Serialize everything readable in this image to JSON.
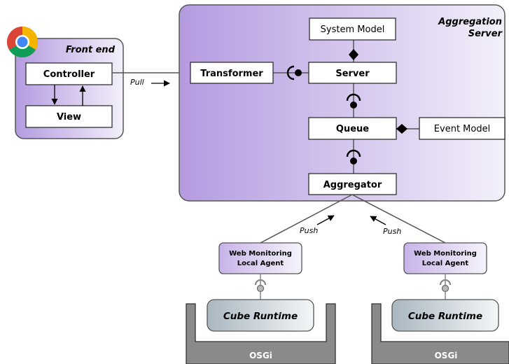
{
  "frontend": {
    "title": "Front end",
    "controller": "Controller",
    "view": "View",
    "pull_label": "Pull"
  },
  "server": {
    "title_line1": "Aggregation",
    "title_line2": "Server",
    "system_model": "System Model",
    "server": "Server",
    "transformer": "Transformer",
    "queue": "Queue",
    "event_model": "Event Model",
    "aggregator": "Aggregator"
  },
  "agents": [
    {
      "line1": "Web Monitoring",
      "line2": "Local Agent",
      "push_label": "Push",
      "runtime": "Cube Runtime",
      "platform": "OSGi"
    },
    {
      "line1": "Web Monitoring",
      "line2": "Local Agent",
      "push_label": "Push",
      "runtime": "Cube Runtime",
      "platform": "OSGi"
    }
  ],
  "colors": {
    "purple": "#b49be0",
    "purple_light": "#f3effa",
    "gray_dark": "#8a8a8a",
    "cube_gradient_start": "#a9b7c0",
    "cube_gradient_end": "#f4f6f7"
  },
  "icons": {
    "browser_logo": "chrome-logo-icon",
    "interface_connector": "ball-and-socket-icon",
    "composition_marker": "diamond-icon"
  }
}
